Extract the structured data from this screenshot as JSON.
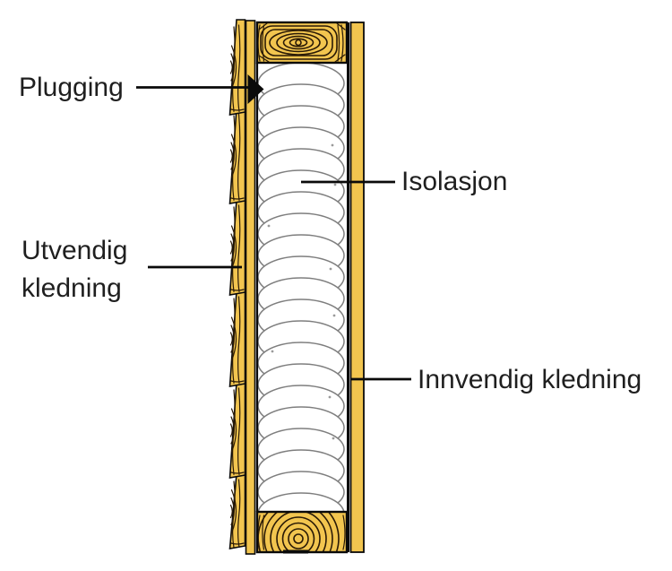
{
  "figure": {
    "type": "wall-cross-section-diagram",
    "labels": {
      "plugging": "Plugging",
      "insulation": "Isolasjon",
      "exterior_cladding_line1": "Utvendig",
      "exterior_cladding_line2": "kledning",
      "interior_cladding": "Innvendig kledning"
    },
    "colors": {
      "wood": "#F2C54F",
      "grain": "#2A1A06",
      "outline": "#0A0A0A",
      "batt_stroke": "#7E7E7E",
      "text": "#1F1F1F",
      "background": "#FFFFFF"
    }
  }
}
